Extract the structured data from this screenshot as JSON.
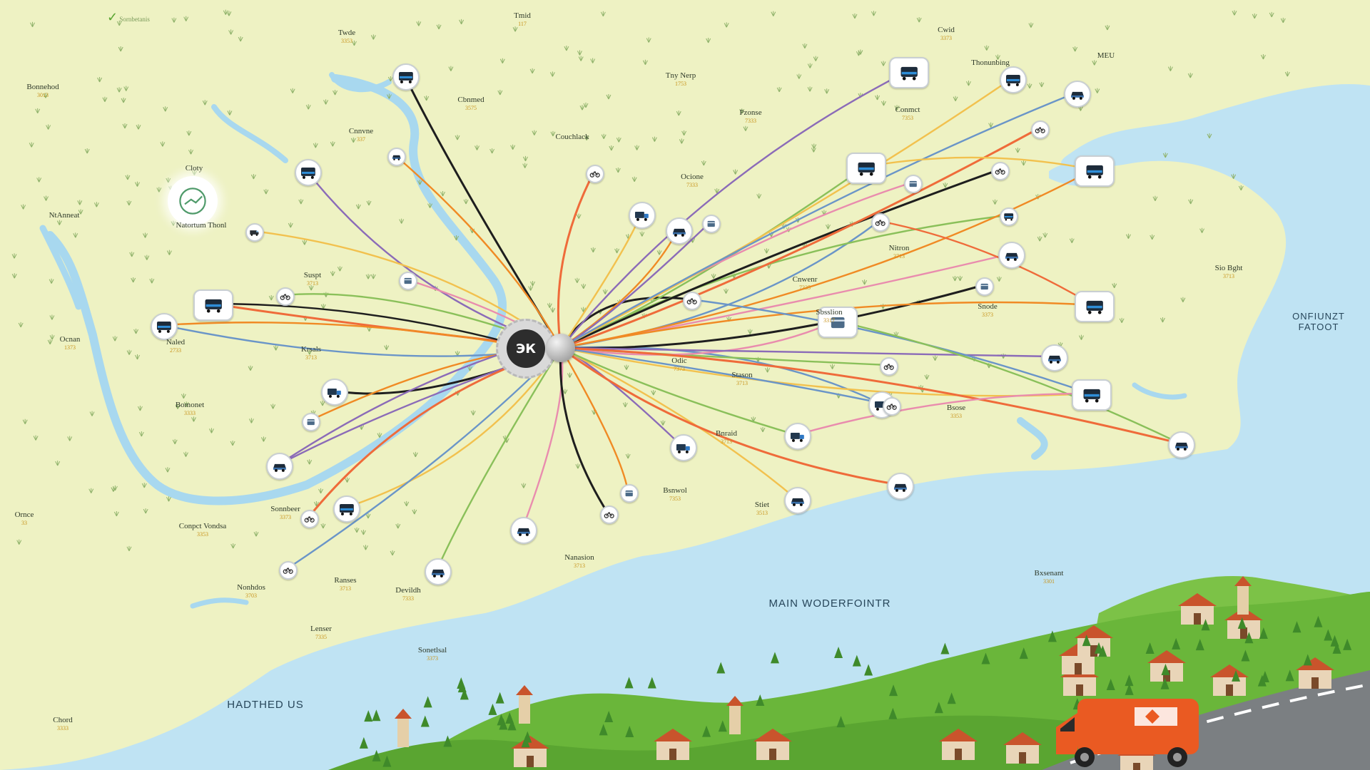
{
  "places": [
    {
      "name": "Bonnehod",
      "sub": "3013"
    },
    {
      "name": "Twde",
      "sub": "3353"
    },
    {
      "name": "Tmid",
      "sub": "117"
    },
    {
      "name": "Cwid",
      "sub": "3373"
    },
    {
      "name": "MEU",
      "sub": ""
    },
    {
      "name": "Thonunbing",
      "sub": ""
    },
    {
      "name": "Tny Nerp",
      "sub": "1753"
    },
    {
      "name": "Cbnmed",
      "sub": "3575"
    },
    {
      "name": "Cnnvne",
      "sub": "337"
    },
    {
      "name": "Couchlack",
      "sub": ""
    },
    {
      "name": "Pzonse",
      "sub": "7333"
    },
    {
      "name": "Conmct",
      "sub": "7353"
    },
    {
      "name": "Ocione",
      "sub": "7333"
    },
    {
      "name": "Cloty",
      "sub": ""
    },
    {
      "name": "Natortum Thonl",
      "sub": ""
    },
    {
      "name": "NtAnneat",
      "sub": ""
    },
    {
      "name": "Ocnan",
      "sub": "1373"
    },
    {
      "name": "Naled",
      "sub": "2733"
    },
    {
      "name": "Suspt",
      "sub": "3713"
    },
    {
      "name": "Krsals",
      "sub": "3713"
    },
    {
      "name": "Bomonet",
      "sub": "3333"
    },
    {
      "name": "Odic",
      "sub": "7373"
    },
    {
      "name": "Stason",
      "sub": "3713"
    },
    {
      "name": "Nitron",
      "sub": "3713"
    },
    {
      "name": "Cnwenr",
      "sub": "7335"
    },
    {
      "name": "Snode",
      "sub": "3373"
    },
    {
      "name": "Sbsslion",
      "sub": "3317"
    },
    {
      "name": "Bnraid",
      "sub": "3713"
    },
    {
      "name": "Bsnwol",
      "sub": "7353"
    },
    {
      "name": "Stiet",
      "sub": "3513"
    },
    {
      "name": "Bsose",
      "sub": "3353"
    },
    {
      "name": "Sio Bght",
      "sub": "3713"
    },
    {
      "name": "Conpct Vondsa",
      "sub": "3353"
    },
    {
      "name": "Sonnbeer",
      "sub": "3373"
    },
    {
      "name": "Nanasion",
      "sub": "3713"
    },
    {
      "name": "Ranses",
      "sub": "3713"
    },
    {
      "name": "Devildh",
      "sub": "7333"
    },
    {
      "name": "Nonhdos",
      "sub": "3703"
    },
    {
      "name": "Lenser",
      "sub": "7335"
    },
    {
      "name": "Sonetlsal",
      "sub": "3373"
    },
    {
      "name": "Ornce",
      "sub": "33"
    },
    {
      "name": "Chord",
      "sub": "3333"
    },
    {
      "name": "Bxsenant",
      "sub": "3301"
    }
  ],
  "water_labels": {
    "main_waterfront": "MAIN WODERFOINTR",
    "harbor": "HADTHED US",
    "east_waterfront": "ONFIUNZT FATOOT"
  },
  "hub": {
    "label": "ЭК"
  },
  "brand": {
    "label": "Sornbetanis"
  },
  "colors": {
    "land": "#eef2c3",
    "water": "#bfe3f3",
    "river": "#a8d8ef",
    "hills": "#6ab63a",
    "road": "#7b7f82",
    "van": "#ea5a22",
    "route_palette": [
      "#1e1e1e",
      "#f08a24",
      "#8b6bb8",
      "#f2c14e",
      "#ef6b3a",
      "#6a95c8",
      "#8ac05a",
      "#e98cae"
    ]
  },
  "icons": [
    "truck-icon",
    "bike-icon",
    "bus-icon",
    "car-icon",
    "van-icon",
    "package-icon"
  ]
}
